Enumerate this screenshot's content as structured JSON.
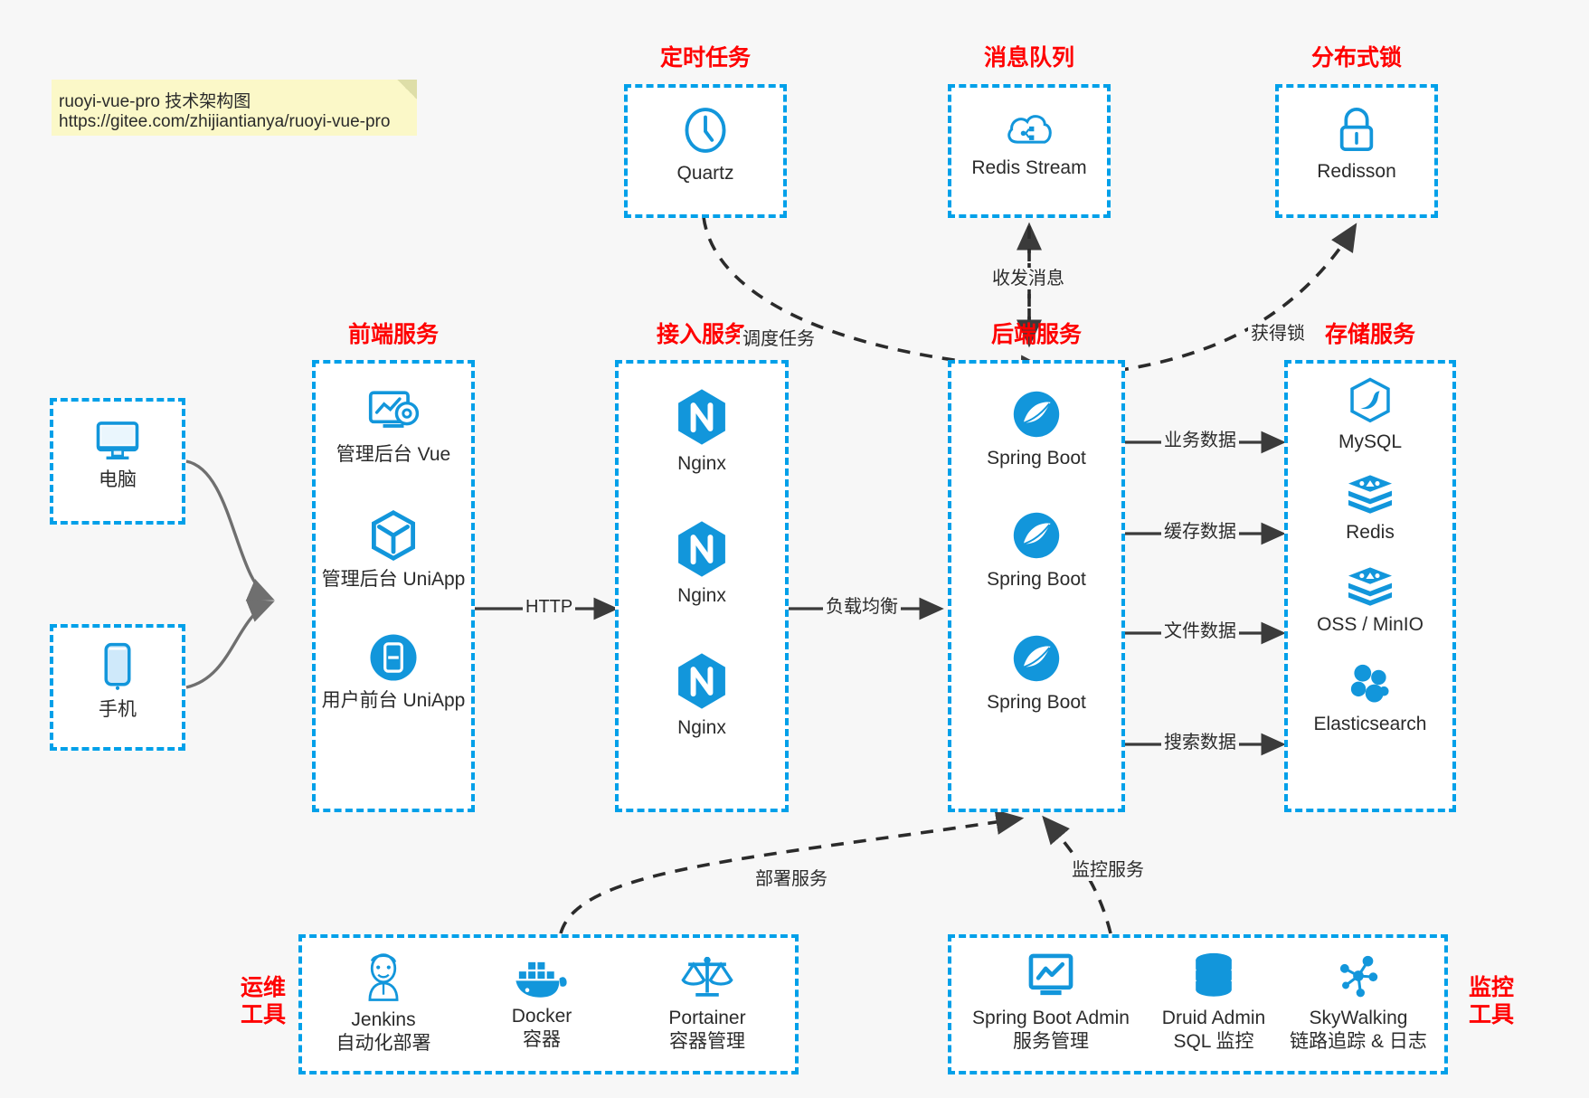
{
  "note": {
    "line1": "ruoyi-vue-pro 技术架构图",
    "line2": "https://gitee.com/zhijiantianya/ruoyi-vue-pro"
  },
  "colors": {
    "accent": "#00a0e9",
    "group_title": "#ff0000",
    "icon_blue": "#1296db",
    "text": "#2b2b2b",
    "background": "#f7f7f7",
    "note_bg": "#fbf8c8"
  },
  "groups": {
    "scheduler": {
      "title": "定时任务",
      "nodes": [
        {
          "label": "Quartz",
          "icon": "clock-icon"
        }
      ]
    },
    "mq": {
      "title": "消息队列",
      "nodes": [
        {
          "label": "Redis Stream",
          "icon": "cloud-stream-icon"
        }
      ]
    },
    "lock": {
      "title": "分布式锁",
      "nodes": [
        {
          "label": "Redisson",
          "icon": "lock-icon"
        }
      ]
    },
    "clients": {
      "title": "",
      "nodes": [
        {
          "label": "电脑",
          "icon": "desktop-icon"
        },
        {
          "label": "手机",
          "icon": "mobile-icon"
        }
      ]
    },
    "frontend": {
      "title": "前端服务",
      "nodes": [
        {
          "label": "管理后台 Vue",
          "icon": "dashboard-gear-icon"
        },
        {
          "label": "管理后台 UniApp",
          "icon": "cube-icon"
        },
        {
          "label": "用户前台 UniApp",
          "icon": "phone-app-icon"
        }
      ]
    },
    "gateway": {
      "title": "接入服务",
      "nodes": [
        {
          "label": "Nginx",
          "icon": "nginx-icon"
        },
        {
          "label": "Nginx",
          "icon": "nginx-icon"
        },
        {
          "label": "Nginx",
          "icon": "nginx-icon"
        }
      ]
    },
    "backend": {
      "title": "后端服务",
      "nodes": [
        {
          "label": "Spring Boot",
          "icon": "spring-icon"
        },
        {
          "label": "Spring Boot",
          "icon": "spring-icon"
        },
        {
          "label": "Spring Boot",
          "icon": "spring-icon"
        }
      ]
    },
    "storage": {
      "title": "存储服务",
      "nodes": [
        {
          "label": "MySQL",
          "icon": "mysql-icon"
        },
        {
          "label": "Redis",
          "icon": "redis-icon"
        },
        {
          "label": "OSS / MinIO",
          "icon": "redis-icon"
        },
        {
          "label": "Elasticsearch",
          "icon": "elasticsearch-icon"
        }
      ]
    },
    "devops": {
      "title": "运维\n工具",
      "title_line1": "运维",
      "title_line2": "工具",
      "nodes": [
        {
          "label": "Jenkins",
          "sublabel": "自动化部署",
          "icon": "jenkins-icon"
        },
        {
          "label": "Docker",
          "sublabel": "容器",
          "icon": "docker-icon"
        },
        {
          "label": "Portainer",
          "sublabel": "容器管理",
          "icon": "scales-icon"
        }
      ]
    },
    "monitor": {
      "title_line1": "监控",
      "title_line2": "工具",
      "nodes": [
        {
          "label": "Spring Boot Admin",
          "sublabel": "服务管理",
          "icon": "monitor-chart-icon"
        },
        {
          "label": "Druid Admin",
          "sublabel": "SQL 监控",
          "icon": "database-icon"
        },
        {
          "label": "SkyWalking",
          "sublabel": "链路追踪 & 日志",
          "icon": "skywalking-icon"
        }
      ]
    }
  },
  "edges": [
    {
      "id": "edge-http",
      "label": "HTTP",
      "style": "solid"
    },
    {
      "id": "edge-lb",
      "label": "负载均衡",
      "style": "solid"
    },
    {
      "id": "edge-biz-data",
      "label": "业务数据",
      "style": "solid"
    },
    {
      "id": "edge-cache-data",
      "label": "缓存数据",
      "style": "solid"
    },
    {
      "id": "edge-file-data",
      "label": "文件数据",
      "style": "solid"
    },
    {
      "id": "edge-search-data",
      "label": "搜索数据",
      "style": "solid"
    },
    {
      "id": "edge-schedule",
      "label": "调度任务",
      "style": "dashed"
    },
    {
      "id": "edge-message",
      "label": "收发消息",
      "style": "dashed"
    },
    {
      "id": "edge-getlock",
      "label": "获得锁",
      "style": "dashed"
    },
    {
      "id": "edge-deploy",
      "label": "部署服务",
      "style": "dashed"
    },
    {
      "id": "edge-monitor",
      "label": "监控服务",
      "style": "dashed"
    }
  ]
}
